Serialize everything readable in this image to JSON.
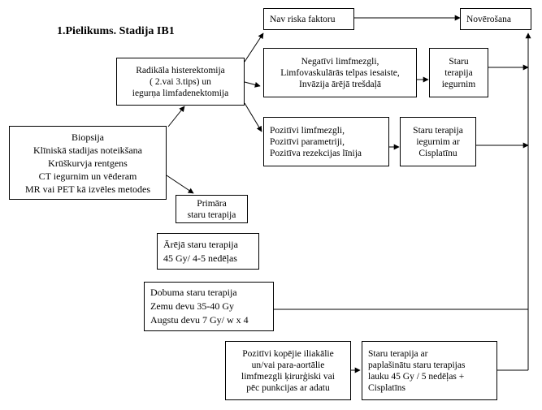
{
  "title": "1.Pielikums. Stadija IB1",
  "nodes": {
    "biopsy": [
      "Biopsija",
      "Klīniskā stadijas noteikšana",
      "Krūškurvja rentgens",
      "CT iegurnim un vēderam",
      "MR vai PET kā izvēles metodes"
    ],
    "radical": [
      "Radikāla histerektomija",
      "( 2.vai 3.tips) un",
      "iegurņa limfadenektomija"
    ],
    "no_risk": [
      "Nav riska faktoru"
    ],
    "observation": [
      "Novērošana"
    ],
    "negative": [
      "Negatīvi limfmezgli,",
      "Limfovaskulārās telpas iesaiste,",
      "Invāzija ārējā trešdaļā"
    ],
    "pelvic_rt": [
      "Staru",
      "terapija",
      "iegurnim"
    ],
    "positive": [
      "Pozitīvi limfmezgli,",
      "Pozitīvi parametriji,",
      "Pozitīva rezekcijas līnija"
    ],
    "pelvic_cis": [
      "Staru terapija",
      "iegurnim ar",
      "Cisplatīnu"
    ],
    "primary_rt": [
      "Primāra",
      "staru terapija"
    ],
    "external_rt": [
      "Ārējā staru terapija",
      "45 Gy/ 4-5 nedēļas"
    ],
    "brachy": [
      "Dobuma staru terapija",
      "Zemu devu 35-40 Gy",
      "Augstu devu 7 Gy/ w x 4"
    ],
    "paraaortic": [
      "Pozitīvi kopējie iliakālie",
      "un/vai para-aortālie",
      "limfmezgli ķirurģiski vai",
      "pēc punkcijas ar adatu"
    ],
    "extended_rt": [
      "Staru terapija ar",
      "paplašinātu staru terapijas",
      "lauku 45 Gy / 5 nedēļas +",
      "Cisplatīns"
    ]
  }
}
